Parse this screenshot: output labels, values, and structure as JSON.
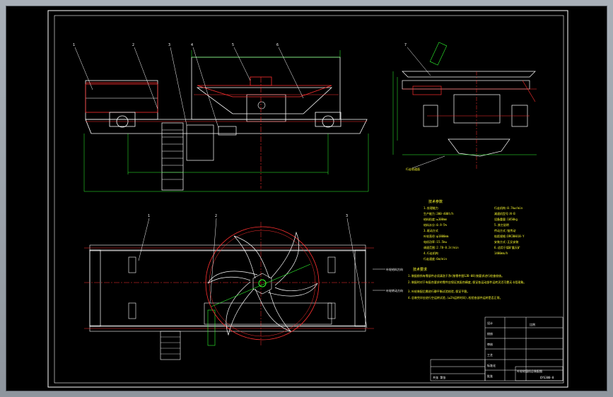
{
  "drawing": {
    "notes_title": "技术参数",
    "params_left": [
      "1.处理能力",
      "生产能力:300-400t/h",
      "给料粒度:≤300mm",
      "给料水分:0.9-5%",
      "3.驱动方式",
      "叶轮直径:φ1800mm",
      "电机功率:15.5kw",
      "调速范围:2.78-8.3r/min",
      "4.行走机构",
      "行走速度:6m/min"
    ],
    "params_right": [
      "行走机构:0.7kw/min",
      "减速机型号:N-B",
      "设备重量:1050kg",
      "5.其它说明",
      "传动方式:链传动",
      "轨距规格:DRCB0018-Y",
      "安装方式:正反安装",
      "6.适用于煤矿露天矿",
      "1400mm/h"
    ],
    "req_title": "技术要求",
    "requirements": [
      "1.装配前所有零部件必须清洗干净(按零件图SJB-08)按要求进行检查校核。",
      "2.装配时对于有配合要求的零件应保证其配合精度,保证各运动部件运转灵活可靠无卡阻现象。",
      "3.叶轮装配后需进行静平衡试验校验,保证平稳。",
      "4.总装完毕应进行空运转试验,(≥2h运转时间),检验各部件运转是否正常。"
    ],
    "part_numbers_top": [
      "1",
      "2",
      "3",
      "4",
      "5",
      "6"
    ],
    "part_numbers_side": [
      "7"
    ],
    "part_numbers_plan": [
      "1",
      "2",
      "3"
    ],
    "callouts": [
      "叶轮给料方向",
      "叶轮转动方向"
    ],
    "side_label": "行走轨道面",
    "title_block": {
      "drawing_no": "QYG300-0",
      "title": "叶轮给煤机总装配图",
      "rows": [
        "设计",
        "校核",
        "审核",
        "工艺",
        "标准化",
        "批准"
      ],
      "scale_label": "比例",
      "sheet_label": "共张 第张"
    }
  },
  "colors": {
    "outline": "#ffffff",
    "part": "#ff3030",
    "dimension": "#30ff30",
    "text": "#ffff30",
    "leader": "#ffffff"
  }
}
